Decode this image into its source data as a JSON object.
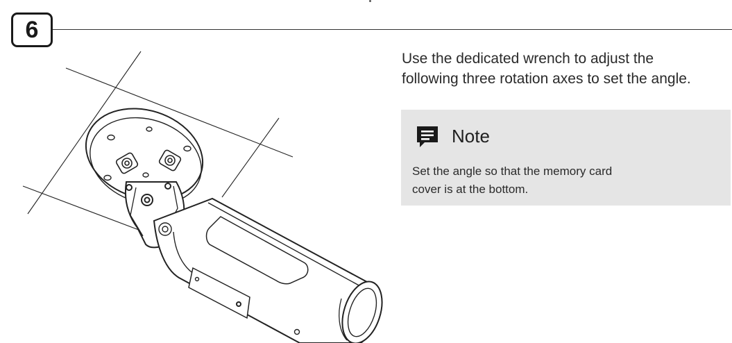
{
  "step": {
    "number": "6"
  },
  "instruction": {
    "line1": "Use the dedicated wrench to adjust the",
    "line2": "following three rotation axes to set the angle."
  },
  "note": {
    "title": "Note",
    "icon": "note-icon",
    "line1": "Set the angle so that the memory card",
    "line2": "cover is at the bottom."
  },
  "colors": {
    "note_background": "#e5e5e5",
    "text": "#222222",
    "rule": "#333333"
  }
}
